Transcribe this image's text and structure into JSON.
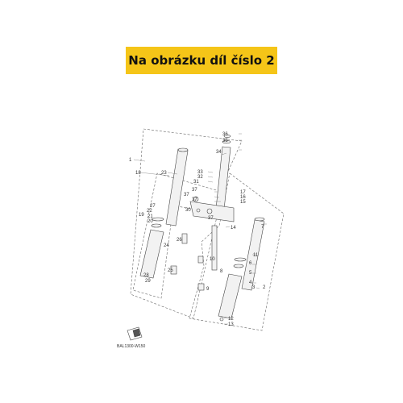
{
  "banner": {
    "text": "Na obrázku díl číslo 2"
  },
  "diagram": {
    "code": "BAL1300-W150",
    "callouts": [
      "1",
      "2",
      "3",
      "4",
      "5",
      "6",
      "7",
      "8",
      "9",
      "10",
      "11",
      "12",
      "13",
      "14",
      "15",
      "16",
      "17",
      "18",
      "19",
      "20",
      "21",
      "22",
      "23",
      "24",
      "25",
      "26",
      "27",
      "28",
      "29",
      "30",
      "31",
      "32",
      "33",
      "34",
      "35",
      "36",
      "37"
    ]
  },
  "colors": {
    "banner": "#f5c518",
    "line": "#555555",
    "part_fill": "#f2f2f2"
  }
}
